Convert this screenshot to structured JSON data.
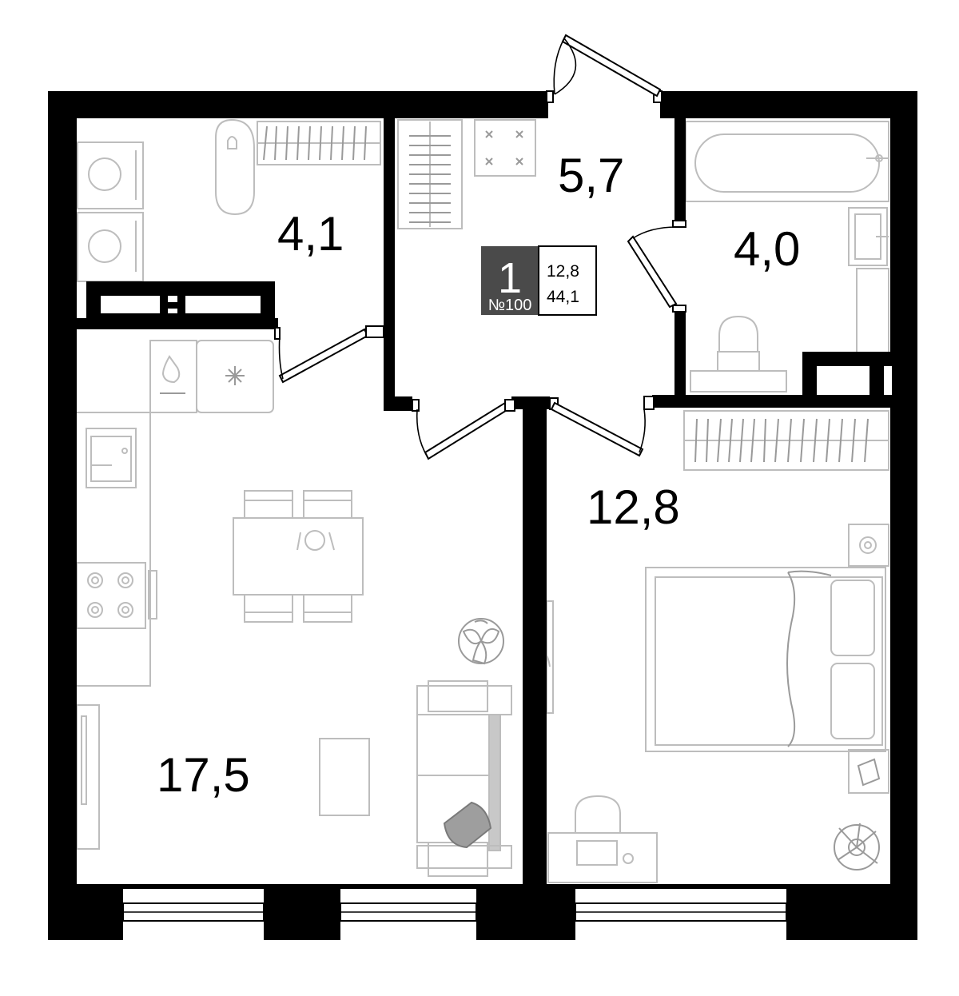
{
  "rooms": [
    {
      "id": "kitchen-living",
      "area": "17,5"
    },
    {
      "id": "bedroom",
      "area": "12,8"
    },
    {
      "id": "storage",
      "area": "4,1"
    },
    {
      "id": "hallway",
      "area": "5,7"
    },
    {
      "id": "bathroom",
      "area": "4,0"
    }
  ],
  "badge": {
    "rooms": "1",
    "apartment_no": "№100",
    "living_area": "12,8",
    "total_area": "44,1"
  },
  "colors": {
    "wall": "#000000",
    "furniture": "#bdbdbd",
    "badge_bg": "#4a4a4a",
    "sofa_accent": "#c8c8c8"
  }
}
